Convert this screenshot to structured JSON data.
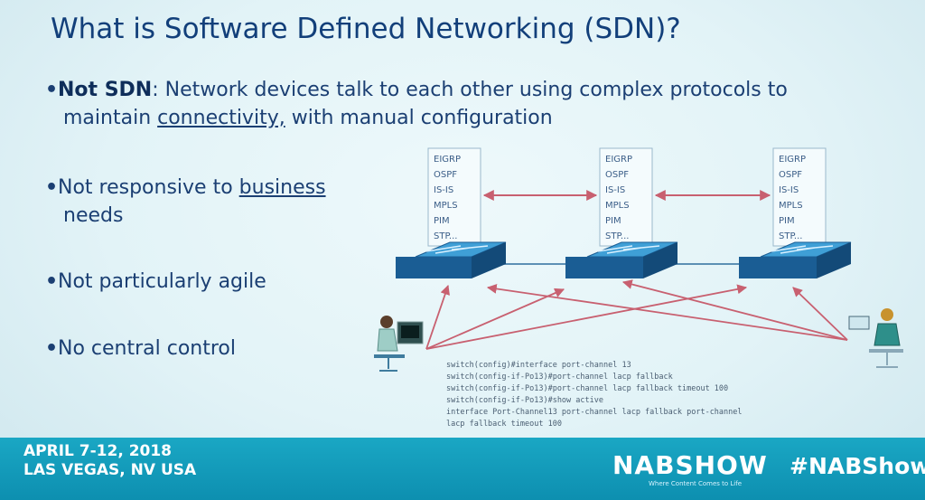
{
  "slide": {
    "title": "What is Software Defined Networking (SDN)?",
    "bullets": {
      "b1_strong": "Not SDN",
      "b1_rest": ": Network devices talk to each other using complex protocols to",
      "b1_line2_pre": "maintain ",
      "b1_line2_link": "connectivity,",
      "b1_line2_post": " with manual configuration",
      "b2_pre": "Not responsive to ",
      "b2_link": "business",
      "b2_line2": "needs",
      "b3": "Not particularly agile",
      "b4": "No central control"
    }
  },
  "diagram": {
    "protocols": [
      "EIGRP",
      "OSPF",
      "IS-IS",
      "MPLS",
      "PIM",
      "STP..."
    ],
    "cli_lines": [
      "switch(config)#interface port-channel 13",
      "switch(config-if-Po13)#port-channel lacp fallback",
      "switch(config-if-Po13)#port-channel lacp fallback timeout 100",
      "switch(config-if-Po13)#show active",
      "interface Port-Channel13 port-channel lacp fallback port-channel",
      "lacp fallback timeout 100"
    ],
    "colors": {
      "switch_top": "#3f9fd6",
      "switch_side": "#1a5d94",
      "link": "#c86070"
    }
  },
  "footer": {
    "date_line1": "APRIL 7-12, 2018",
    "date_line2": "LAS VEGAS, NV USA",
    "logo": "NABSHOW",
    "tagline": "Where Content Comes to Life",
    "hashtag": "#NABShow"
  }
}
